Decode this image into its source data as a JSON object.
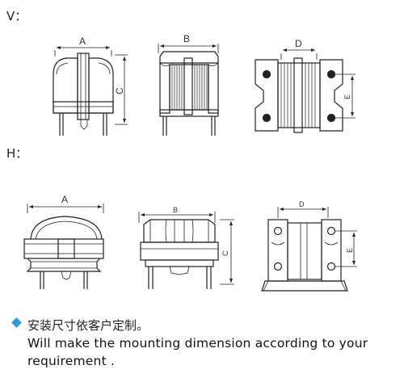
{
  "sections": {
    "vertical_label": "V：",
    "horizontal_label": "H："
  },
  "dimensions": {
    "v_front_width": "A",
    "v_front_height": "C",
    "v_side_width": "B",
    "v_top_length": "D",
    "v_top_pitch": "E",
    "h_front_width": "A",
    "h_side_width": "B",
    "h_side_height": "C",
    "h_top_length": "D",
    "h_top_pitch": "E"
  },
  "note": {
    "chinese": "安装尺寸依客户定制。",
    "english": "Will make the mounting dimension according to your requirement ."
  },
  "colors": {
    "line": "#222222",
    "bullet": "#2e9bd6"
  }
}
